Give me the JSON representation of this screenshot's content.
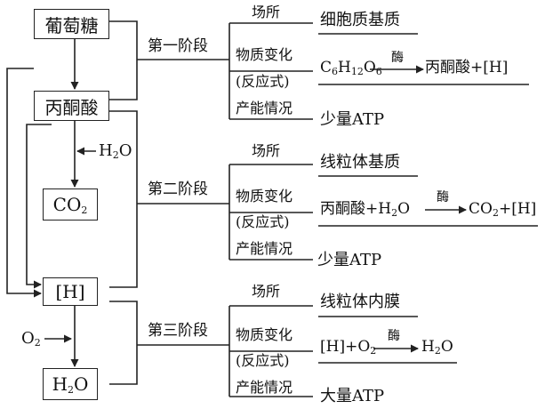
{
  "nodes": {
    "glucose": "葡萄糖",
    "pyruvate": "丙酮酸",
    "co2": {
      "base": "CO",
      "sub": "2"
    },
    "h": "[H]",
    "h2o_out": {
      "pre": "H",
      "sub": "2",
      "post": "O"
    }
  },
  "inputs": {
    "water": {
      "pre": "H",
      "sub": "2",
      "post": "O"
    },
    "oxygen": {
      "base": "O",
      "sub": "2"
    }
  },
  "labels": {
    "site": "场所",
    "change": "物质变化",
    "reaction": "(反应式)",
    "energy": "产能情况",
    "enzyme": "酶"
  },
  "stages": [
    {
      "name": "第一阶段",
      "site": "细胞质基质",
      "energy": "少量ATP",
      "equation": {
        "left": [
          "C",
          "6",
          "H",
          "12",
          "O",
          "6"
        ],
        "right": "丙酮酸+[H]"
      }
    },
    {
      "name": "第二阶段",
      "site": "线粒体基质",
      "energy": "少量ATP",
      "equation": {
        "left_pre": "丙酮酸+H",
        "left_sub": "2",
        "left_post": "O",
        "right_pre": "CO",
        "right_sub": "2",
        "right_post": "+[H]"
      }
    },
    {
      "name": "第三阶段",
      "site": "线粒体内膜",
      "energy": "大量ATP",
      "equation": {
        "left_pre": "[H]+O",
        "left_sub": "2",
        "right_pre": "H",
        "right_sub": "2",
        "right_post": "O"
      }
    }
  ]
}
